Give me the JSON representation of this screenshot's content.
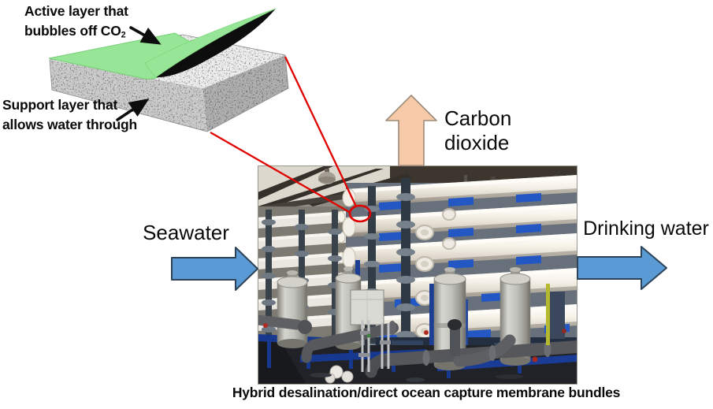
{
  "figure": {
    "membrane_inset": {
      "active_label_line1": "Active layer that",
      "active_label_line2": "bubbles off CO",
      "active_label_subscript": "2",
      "support_label_line1": "Support layer that",
      "support_label_line2": "allows water through"
    },
    "flow_labels": {
      "input": "Seawater",
      "output_top_line1": "Carbon",
      "output_top_line2": "dioxide",
      "output_right": "Drinking water"
    },
    "caption": "Hybrid desalination/direct ocean capture membrane bundles",
    "colors": {
      "active_layer_green": "#97e697",
      "callout_red": "#e00000",
      "water_arrow_blue": "#5b9bd5",
      "co2_arrow_peach": "#f7cba9"
    }
  }
}
